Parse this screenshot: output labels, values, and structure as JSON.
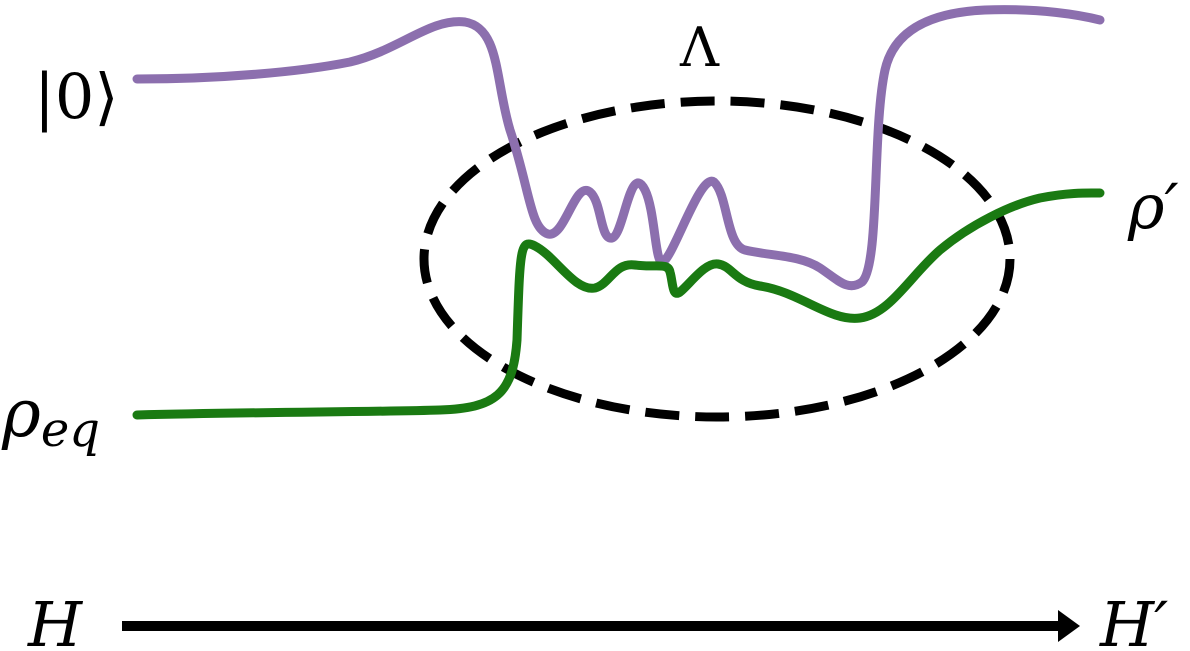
{
  "labels": {
    "ket_zero": "|0⟩",
    "rho_eq_base": "ρ",
    "rho_eq_sub": "eq",
    "rho_prime": "ρ′",
    "lambda": "Λ",
    "h_start": "H",
    "h_end": "H′"
  },
  "colors": {
    "purple_path": "#8c6fae",
    "green_path": "#1a7a12",
    "ellipse": "#000000",
    "arrow": "#000000",
    "text": "#000000"
  }
}
